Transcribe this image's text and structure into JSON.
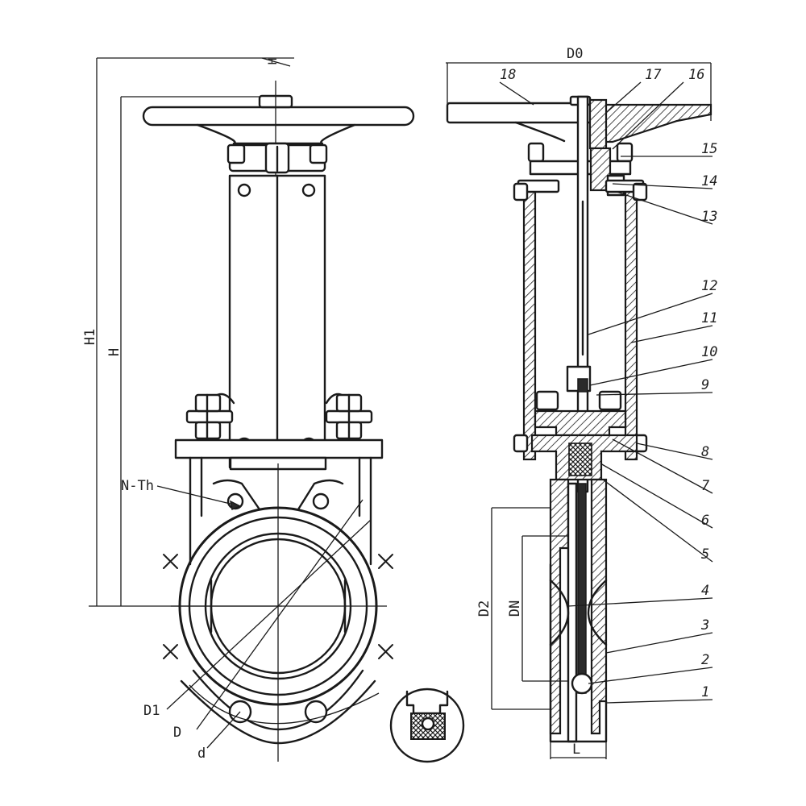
{
  "dimensions": {
    "h1": "H1",
    "h": "H",
    "d0": "D0",
    "d2": "D2",
    "dn": "DN",
    "l": "L",
    "d1": "D1",
    "d_outer": "D",
    "d_bolt": "d",
    "n_th": "N-Th",
    "h_top": "H"
  },
  "parts": [
    "1",
    "2",
    "3",
    "4",
    "5",
    "6",
    "7",
    "8",
    "9",
    "10",
    "11",
    "12",
    "13",
    "14",
    "15",
    "16",
    "17",
    "18"
  ]
}
